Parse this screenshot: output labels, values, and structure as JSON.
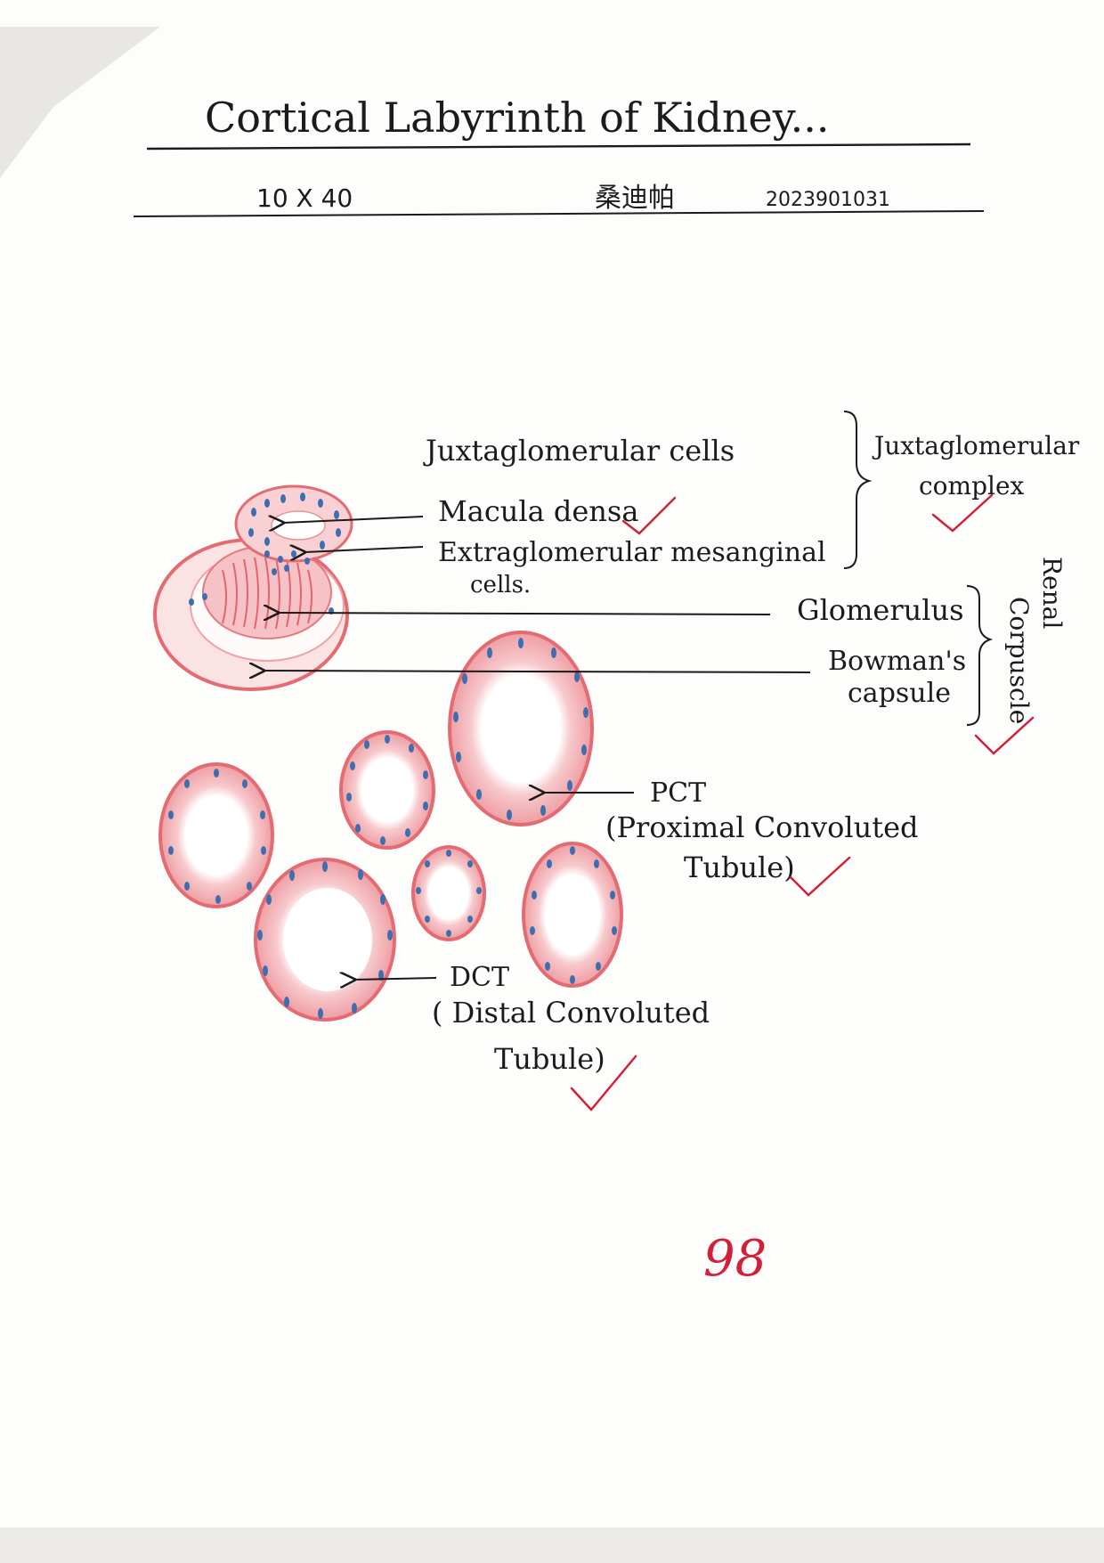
{
  "header": {
    "title": "Cortical Labyrinth of Kidney...",
    "magnification": "10 X 40",
    "student_name": "桑迪帕",
    "student_id": "2023901031"
  },
  "labels": {
    "juxtaglomerular_cells": "Juxtaglomerular cells",
    "macula_densa": "Macula densa",
    "extraglomerular_mesangial_line1": "Extraglomerular mesanginal",
    "extraglomerular_mesangial_line2": "cells.",
    "juxtaglomerular_complex_line1": "Juxtaglomerular",
    "juxtaglomerular_complex_line2": "complex",
    "glomerulus": "Glomerulus",
    "bowmans_capsule_line1": "Bowman's",
    "bowmans_capsule_line2": "capsule",
    "renal_corpuscle_line1": "Renal",
    "renal_corpuscle_line2": "Corpuscle",
    "pct_abbrev": "PCT",
    "pct_full_line1": "(Proximal Convoluted",
    "pct_full_line2": "Tubule)",
    "dct_abbrev": "DCT",
    "dct_full_line1": "( Distal Convoluted",
    "dct_full_line2": "Tubule)"
  },
  "grade": "98",
  "colors": {
    "ink": "#1b1b1b",
    "tissue_pink": "#ec8a8e",
    "tissue_red": "#e05a62",
    "nucleus_blue": "#3d6fb0",
    "grade_red": "#d21f3a"
  }
}
